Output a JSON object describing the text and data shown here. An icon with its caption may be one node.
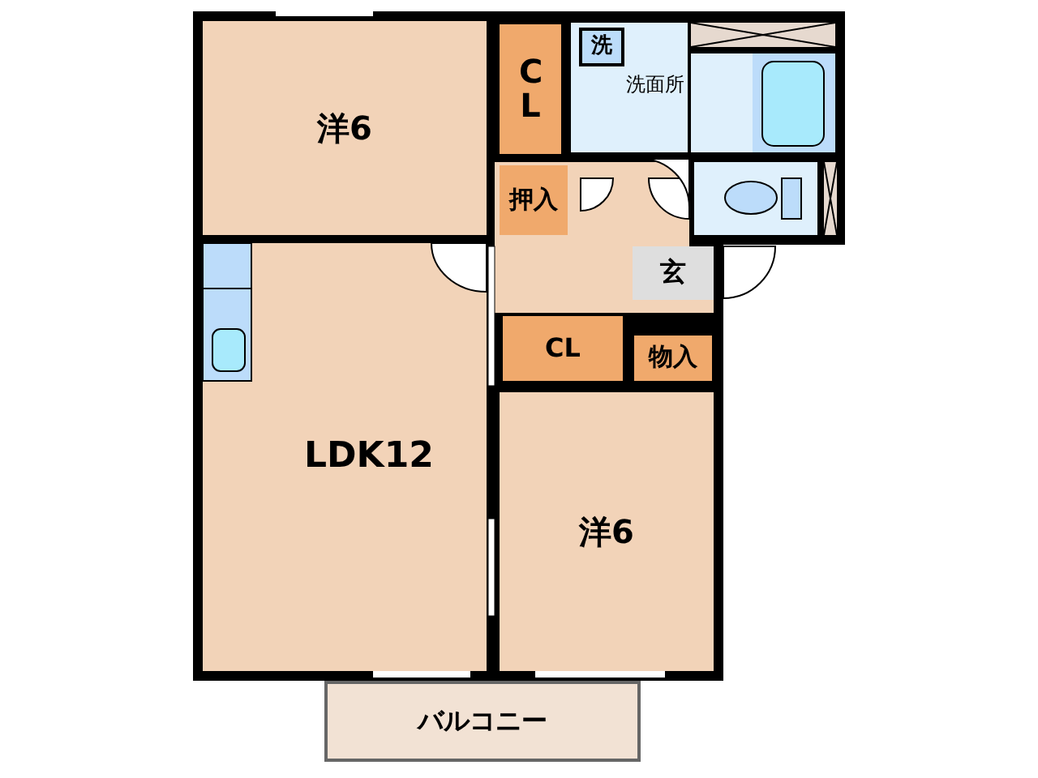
{
  "diagram": {
    "nodes": [
      {
        "text": [
          "洋6"
        ]
      },
      {
        "text": [
          "C L"
        ]
      },
      {
        "text": [
          "洗面所"
        ]
      },
      {
        "text": [
          "洗"
        ],
        "in": 2
      },
      {
        "text": [
          "押入"
        ]
      },
      {
        "text": [
          "玄"
        ]
      },
      {
        "text": [
          "CL"
        ]
      },
      {
        "text": [
          "物入"
        ]
      },
      {
        "text": [
          "LDK12"
        ]
      },
      {
        "text": [
          "洋6"
        ]
      },
      {
        "text": [
          "バルコニー"
        ]
      }
    ]
  }
}
